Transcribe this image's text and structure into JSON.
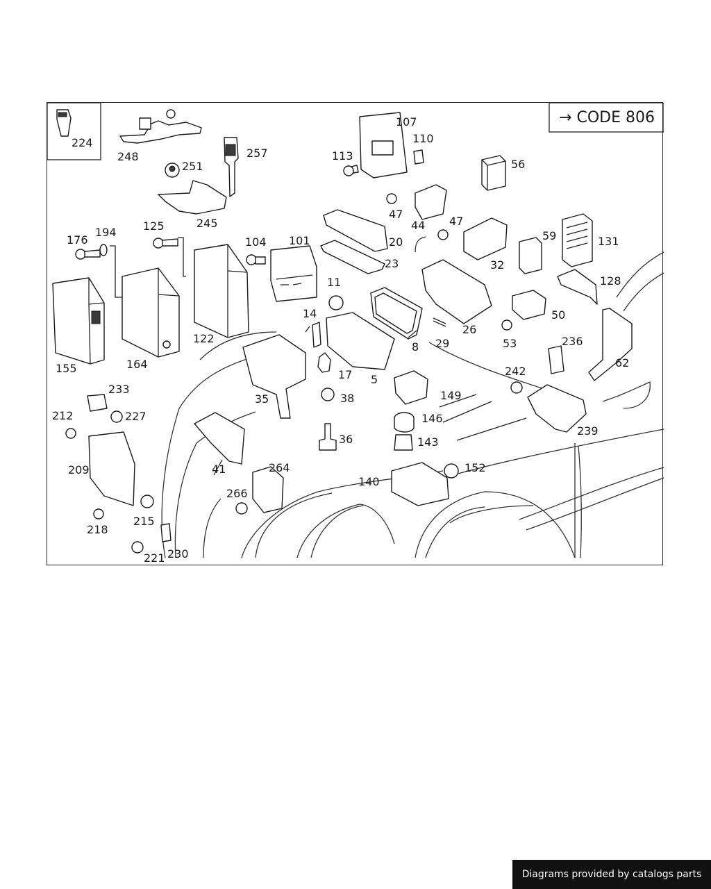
{
  "code_box": {
    "arrow": "→",
    "text": "CODE 806"
  },
  "labels": {
    "l224": "224",
    "l248": "248",
    "l251": "251",
    "l257": "257",
    "l245": "245",
    "l107": "107",
    "l110": "110",
    "l113": "113",
    "l56": "56",
    "l47a": "47",
    "l47b": "47",
    "l44": "44",
    "l20": "20",
    "l23": "23",
    "l32": "32",
    "l59": "59",
    "l131": "131",
    "l128": "128",
    "l176": "176",
    "l194": "194",
    "l125": "125",
    "l104": "104",
    "l101": "101",
    "l11": "11",
    "l14": "14",
    "l26": "26",
    "l29": "29",
    "l50": "50",
    "l53": "53",
    "l236": "236",
    "l62": "62",
    "l155": "155",
    "l164": "164",
    "l122": "122",
    "l17": "17",
    "l8": "8",
    "l5": "5",
    "l242": "242",
    "l35": "35",
    "l38": "38",
    "l149": "149",
    "l233": "233",
    "l227": "227",
    "l212": "212",
    "l146": "146",
    "l239": "239",
    "l36": "36",
    "l143": "143",
    "l209": "209",
    "l41": "41",
    "l264": "264",
    "l152": "152",
    "l266": "266",
    "l140": "140",
    "l215": "215",
    "l218": "218",
    "l230": "230",
    "l221": "221"
  },
  "footer": {
    "text": "Diagrams provided by catalogs parts"
  }
}
